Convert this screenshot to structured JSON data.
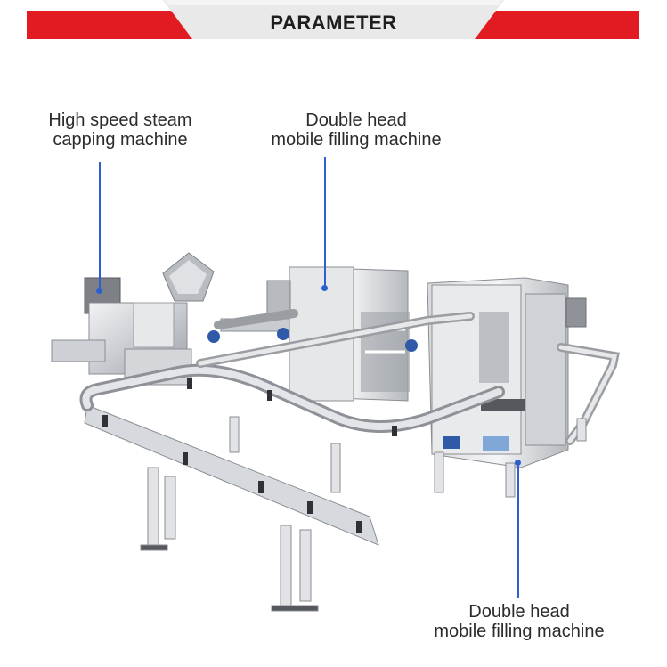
{
  "banner": {
    "title": "PARAMETER",
    "color": "#e21b23"
  },
  "labels": {
    "capping_line1": "High speed steam",
    "capping_line2": "capping machine",
    "filling_top_line1": "Double head",
    "filling_top_line2": "mobile filling machine",
    "filling_bottom_line1": "Double head",
    "filling_bottom_line2": "mobile filling machine"
  },
  "leader_color": "#2e5fd0"
}
